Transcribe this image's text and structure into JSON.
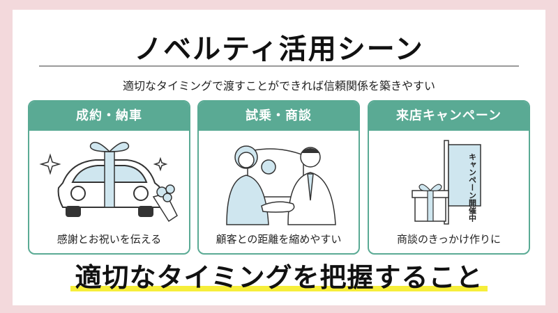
{
  "title": "ノベルティ活用シーン",
  "subtitle": "適切なタイミングで渡すことができれば信頼関係を築きやすい",
  "cards": [
    {
      "heading": "成約・納車",
      "caption": "感謝とお祝いを伝える",
      "icon": "car-with-ribbon-icon"
    },
    {
      "heading": "試乗・商談",
      "caption": "顧客との距離を縮めやすい",
      "icon": "handshake-icon"
    },
    {
      "heading": "来店キャンペーン",
      "caption": "商談のきっかけ作りに",
      "icon": "campaign-flag-gift-icon",
      "flag_text": "キャンペーン開催中"
    }
  ],
  "footer": "適切なタイミングを把握すること",
  "colors": {
    "background": "#f3d9dc",
    "accent": "#5aaa94",
    "highlight": "#f6ee3a",
    "art_fill": "#cfe6ef"
  }
}
